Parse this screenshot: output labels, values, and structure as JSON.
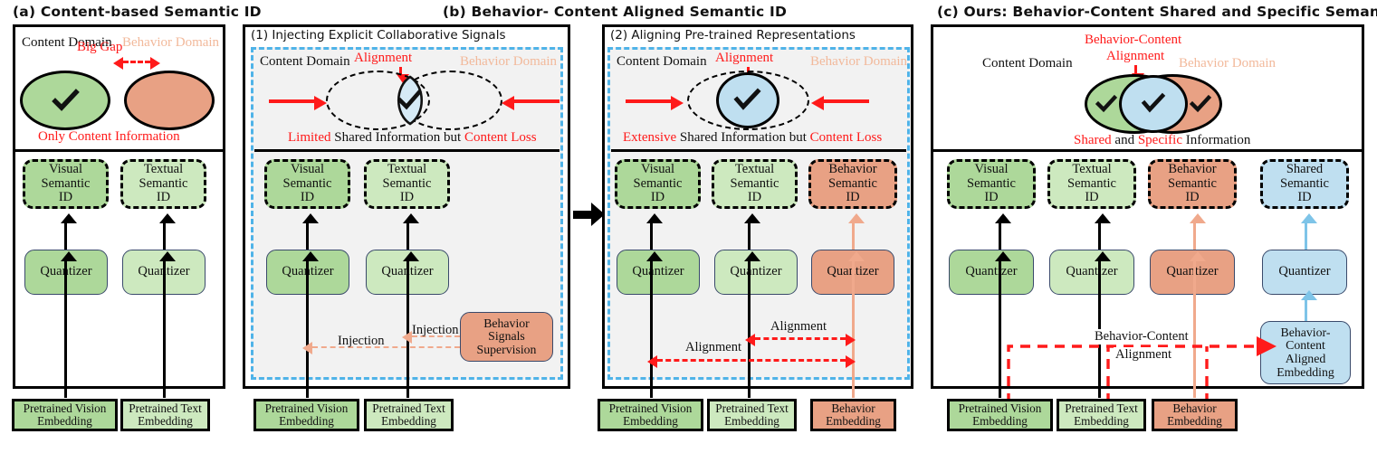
{
  "panels": {
    "a": {
      "caption": "(a) Content-based Semantic ID",
      "content_domain": "Content Domain",
      "behavior_domain": "Behavior Domain",
      "gap_label": "Big Gap",
      "footnote": "Only Content Information",
      "check_icon": "check-mark",
      "nodes": {
        "visual_sid": "Visual\nSemantic\nID",
        "textual_sid": "Textual\nSemantic\nID",
        "quantizer_v": "Quantizer",
        "quantizer_t": "Quantizer",
        "vision_embed": "Pretrained Vision\nEmbedding",
        "text_embed": "Pretrained Text\nEmbedding"
      }
    },
    "b": {
      "caption": "(b) Behavior- Content Aligned Semantic ID",
      "sub1": {
        "title": "(1) Injecting Explicit Collaborative Signals",
        "content_domain": "Content Domain",
        "behavior_domain": "Behavior Domain",
        "alignment": "Alignment",
        "footnote_1": "Limited",
        "footnote_2": " Shared Information but ",
        "footnote_3": "Content Loss",
        "nodes": {
          "visual_sid": "Visual\nSemantic\nID",
          "textual_sid": "Textual\nSemantic\nID",
          "quantizer_v": "Quantizer",
          "quantizer_t": "Quantizer",
          "behavior_supervision": "Behavior\nSignals\nSupervision",
          "vision_embed": "Pretrained Vision\nEmbedding",
          "text_embed": "Pretrained Text\nEmbedding"
        },
        "injection_label_left": "Injection",
        "injection_label_right": "Injection"
      },
      "sub2": {
        "title": "(2) Aligning Pre-trained Representations",
        "content_domain": "Content Domain",
        "behavior_domain": "Behavior Domain",
        "alignment": "Alignment",
        "footnote_1": "Extensive",
        "footnote_2": " Shared Information but ",
        "footnote_3": "Content Loss",
        "nodes": {
          "visual_sid": "Visual\nSemantic\nID",
          "textual_sid": "Textual\nSemantic\nID",
          "behavior_sid": "Behavior\nSemantic\nID",
          "quantizer_v": "Quantizer",
          "quantizer_t": "Quantizer",
          "quantizer_b": "Quantizer",
          "vision_embed": "Pretrained Vision\nEmbedding",
          "text_embed": "Pretrained Text\nEmbedding",
          "behavior_embed": "Behavior\nEmbedding"
        },
        "alignment_label_upper": "Alignment",
        "alignment_label_lower": "Alignment"
      }
    },
    "c": {
      "caption": "(c) Ours: Behavior-Content Shared and Specific Semantic ID",
      "content_domain": "Content Domain",
      "behavior_domain": "Behavior Domain",
      "alignment_title_line1": "Behavior-Content",
      "alignment_title_line2": "Alignment",
      "footnote_1": "Shared",
      "footnote_2": " and ",
      "footnote_3": "Specific",
      "footnote_4": " Information",
      "nodes": {
        "visual_sid": "Visual\nSemantic\nID",
        "textual_sid": "Textual\nSemantic\nID",
        "behavior_sid": "Behavior\nSemantic\nID",
        "shared_sid": "Shared\nSemantic\nID",
        "quantizer_v": "Quantizer",
        "quantizer_t": "Quantizer",
        "quantizer_b": "Quantizer",
        "quantizer_s": "Quantizer",
        "aligned_embedding": "Behavior-\nContent\nAligned\nEmbedding",
        "vision_embed": "Pretrained Vision\nEmbedding",
        "text_embed": "Pretrained Text\nEmbedding",
        "behavior_embed": "Behavior\nEmbedding"
      },
      "alignment_label_line1": "Behavior-Content",
      "alignment_label_line2": "Alignment"
    }
  },
  "colors": {
    "visual_green": "#ADD89A",
    "textual_green": "#CDE9BF",
    "behavior_peach": "#E8A184",
    "shared_blue": "#BFDFF0",
    "accent_red": "#FF1A1A",
    "dashed_blue_frame": "#4FB3E8",
    "behavior_domain_text": "#F2B99B"
  }
}
